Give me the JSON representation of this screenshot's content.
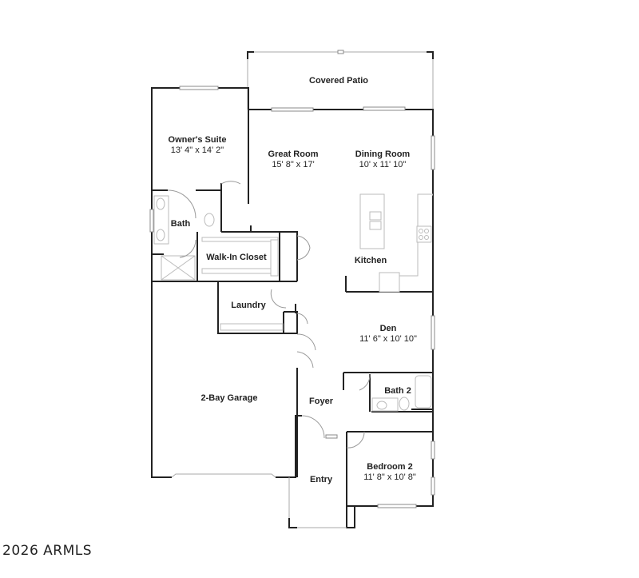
{
  "floorplan": {
    "rooms": [
      {
        "id": "covered-patio",
        "name": "Covered Patio",
        "dims": ""
      },
      {
        "id": "owners-suite",
        "name": "Owner's Suite",
        "dims": "13' 4\" x 14' 2\""
      },
      {
        "id": "great-room",
        "name": "Great Room",
        "dims": "15' 8\" x 17'"
      },
      {
        "id": "dining-room",
        "name": "Dining Room",
        "dims": "10' x 11' 10\""
      },
      {
        "id": "bath",
        "name": "Bath",
        "dims": ""
      },
      {
        "id": "walk-in-closet",
        "name": "Walk-In Closet",
        "dims": ""
      },
      {
        "id": "kitchen",
        "name": "Kitchen",
        "dims": ""
      },
      {
        "id": "laundry",
        "name": "Laundry",
        "dims": ""
      },
      {
        "id": "den",
        "name": "Den",
        "dims": "11' 6\" x 10' 10\""
      },
      {
        "id": "bath-2",
        "name": "Bath 2",
        "dims": ""
      },
      {
        "id": "garage",
        "name": "2-Bay Garage",
        "dims": ""
      },
      {
        "id": "foyer",
        "name": "Foyer",
        "dims": ""
      },
      {
        "id": "entry",
        "name": "Entry",
        "dims": ""
      },
      {
        "id": "bedroom-2",
        "name": "Bedroom 2",
        "dims": "11' 8\" x 10' 8\""
      }
    ]
  },
  "watermark": "2026 ARMLS"
}
